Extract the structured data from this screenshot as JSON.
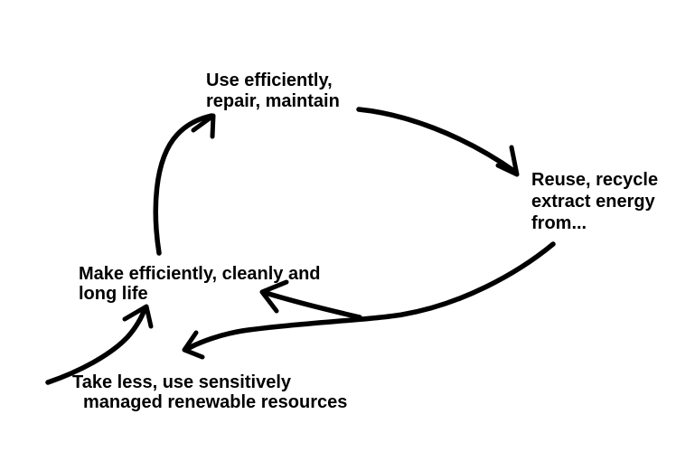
{
  "canvas": {
    "background_color": "#ffffff",
    "ink_color": "#000000"
  },
  "diagram": {
    "type": "hand-drawn-cycle",
    "nodes": [
      {
        "id": "use",
        "lines": [
          "Use efficiently,",
          "repair, maintain"
        ]
      },
      {
        "id": "reuse",
        "lines": [
          "Reuse, recycle",
          "extract energy",
          "from..."
        ]
      },
      {
        "id": "make",
        "lines": [
          "Make efficiently, cleanly and",
          "long life"
        ]
      },
      {
        "id": "take",
        "lines": [
          "Take less, use sensitively",
          "managed renewable resources"
        ]
      }
    ],
    "edges": [
      {
        "from": "make",
        "to": "use"
      },
      {
        "from": "use",
        "to": "reuse"
      },
      {
        "from": "reuse",
        "to": "make"
      },
      {
        "from": "reuse",
        "to": "take"
      },
      {
        "from": "take",
        "to": "make"
      }
    ]
  }
}
